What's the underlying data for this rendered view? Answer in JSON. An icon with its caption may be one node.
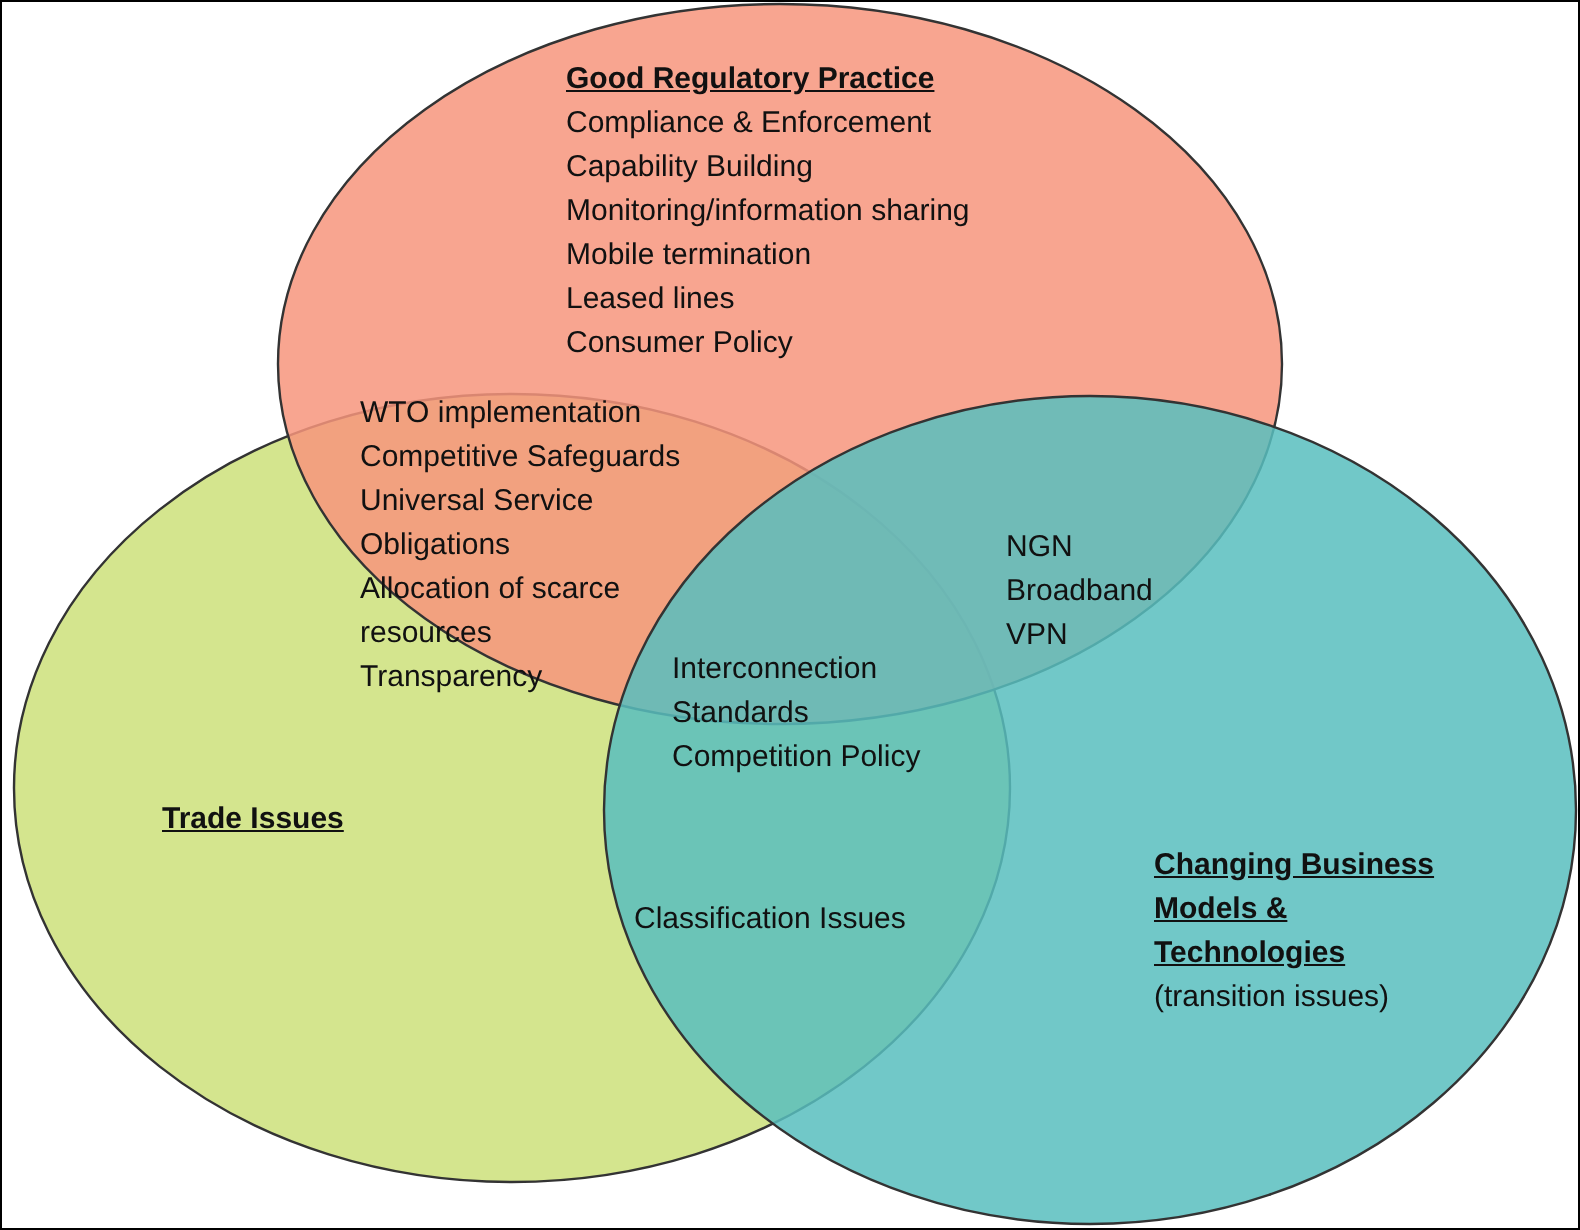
{
  "diagram": {
    "nodes": [
      {
        "text": [
          "Good Regulatory Practice",
          "Compliance & Enforcement",
          "Capability Building",
          "Monitoring/information sharing",
          "Mobile termination",
          "Leased lines",
          "Consumer Policy"
        ]
      },
      {
        "text": [
          "Trade Issues"
        ]
      },
      {
        "text": [
          "Changing Business Models & Technologies",
          "(transition issues)"
        ]
      }
    ],
    "edges": [],
    "labels": [
      "WTO implementation",
      "Competitive Safeguards",
      "Universal Service Obligations",
      "Allocation of scarce resources",
      "Transparency",
      "NGN",
      "Broadband",
      "VPN",
      "Interconnection",
      "Standards",
      "Competition Policy",
      "Classification Issues"
    ]
  }
}
